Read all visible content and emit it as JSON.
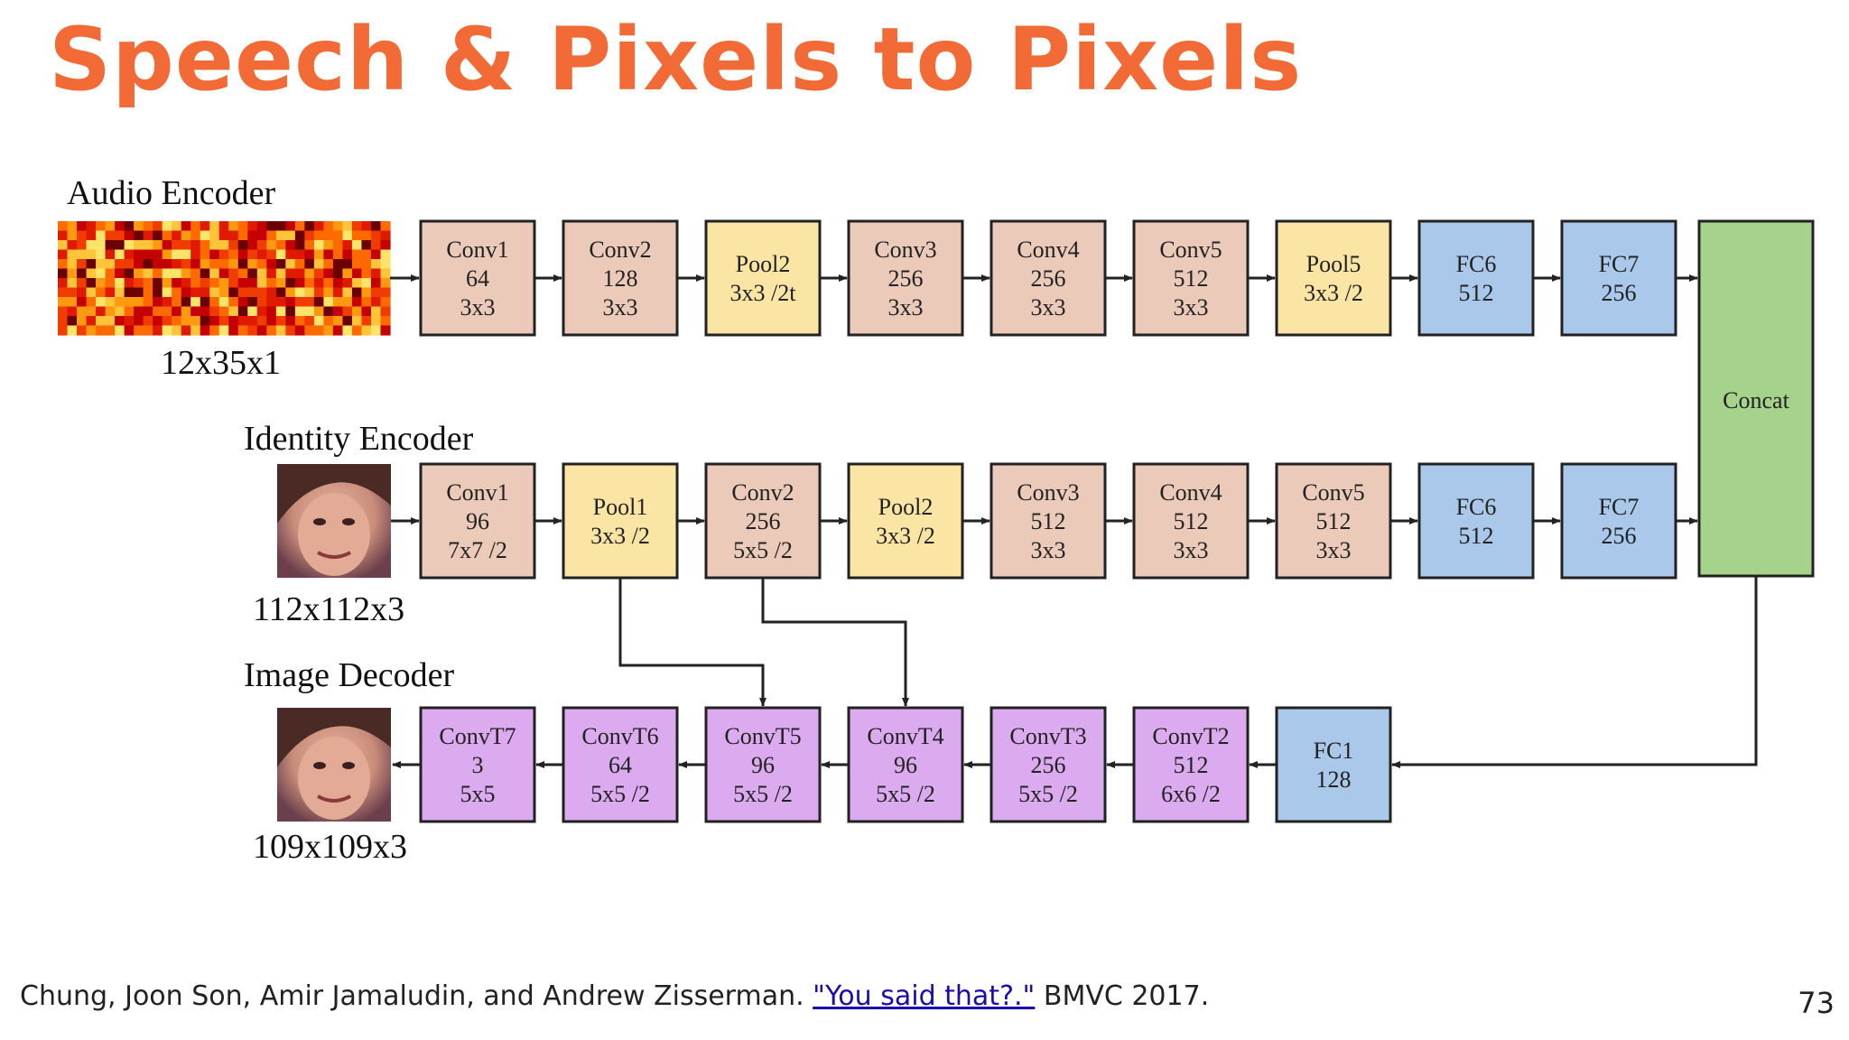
{
  "slide": {
    "title": "Speech & Pixels to Pixels",
    "page_number": "73",
    "citation": {
      "prefix": "Chung, Joon Son, Amir Jamaludin, and Andrew Zisserman.",
      "link_text": "\"You said that?.\"",
      "suffix": "BMVC 2017."
    }
  },
  "colors": {
    "title": "#f26a35",
    "conv": "#eccab9",
    "pool": "#fbe5a5",
    "fc": "#a9c8ea",
    "convt": "#dcaaef",
    "concat": "#a6d38b",
    "line": "#222222"
  },
  "audio_encoder": {
    "label": "Audio Encoder",
    "input_label": "12x35x1",
    "blocks": [
      {
        "lines": [
          "Conv1",
          "64",
          "3x3"
        ],
        "type": "conv"
      },
      {
        "lines": [
          "Conv2",
          "128",
          "3x3"
        ],
        "type": "conv"
      },
      {
        "lines": [
          "Pool2",
          "3x3 /2t"
        ],
        "type": "pool"
      },
      {
        "lines": [
          "Conv3",
          "256",
          "3x3"
        ],
        "type": "conv"
      },
      {
        "lines": [
          "Conv4",
          "256",
          "3x3"
        ],
        "type": "conv"
      },
      {
        "lines": [
          "Conv5",
          "512",
          "3x3"
        ],
        "type": "conv"
      },
      {
        "lines": [
          "Pool5",
          "3x3 /2"
        ],
        "type": "pool"
      },
      {
        "lines": [
          "FC6",
          "512"
        ],
        "type": "fc"
      },
      {
        "lines": [
          "FC7",
          "256"
        ],
        "type": "fc"
      }
    ]
  },
  "identity_encoder": {
    "label": "Identity Encoder",
    "input_label": "112x112x3",
    "blocks": [
      {
        "lines": [
          "Conv1",
          "96",
          "7x7 /2"
        ],
        "type": "conv"
      },
      {
        "lines": [
          "Pool1",
          "3x3 /2"
        ],
        "type": "pool"
      },
      {
        "lines": [
          "Conv2",
          "256",
          "5x5 /2"
        ],
        "type": "conv"
      },
      {
        "lines": [
          "Pool2",
          "3x3 /2"
        ],
        "type": "pool"
      },
      {
        "lines": [
          "Conv3",
          "512",
          "3x3"
        ],
        "type": "conv"
      },
      {
        "lines": [
          "Conv4",
          "512",
          "3x3"
        ],
        "type": "conv"
      },
      {
        "lines": [
          "Conv5",
          "512",
          "3x3"
        ],
        "type": "conv"
      },
      {
        "lines": [
          "FC6",
          "512"
        ],
        "type": "fc"
      },
      {
        "lines": [
          "FC7",
          "256"
        ],
        "type": "fc"
      }
    ]
  },
  "concat": {
    "label": "Concat"
  },
  "image_decoder": {
    "label": "Image Decoder",
    "output_label": "109x109x3",
    "blocks": [
      {
        "lines": [
          "ConvT7",
          "3",
          "5x5"
        ],
        "type": "convt"
      },
      {
        "lines": [
          "ConvT6",
          "64",
          "5x5 /2"
        ],
        "type": "convt"
      },
      {
        "lines": [
          "ConvT5",
          "96",
          "5x5 /2"
        ],
        "type": "convt"
      },
      {
        "lines": [
          "ConvT4",
          "96",
          "5x5 /2"
        ],
        "type": "convt"
      },
      {
        "lines": [
          "ConvT3",
          "256",
          "5x5 /2"
        ],
        "type": "convt"
      },
      {
        "lines": [
          "ConvT2",
          "512",
          "6x6 /2"
        ],
        "type": "convt"
      },
      {
        "lines": [
          "FC1",
          "128"
        ],
        "type": "fc"
      }
    ]
  },
  "skip_connections": [
    {
      "from": "identity_encoder.Pool1",
      "to": "image_decoder.ConvT5"
    },
    {
      "from": "identity_encoder.Conv2",
      "to": "image_decoder.ConvT4"
    }
  ]
}
